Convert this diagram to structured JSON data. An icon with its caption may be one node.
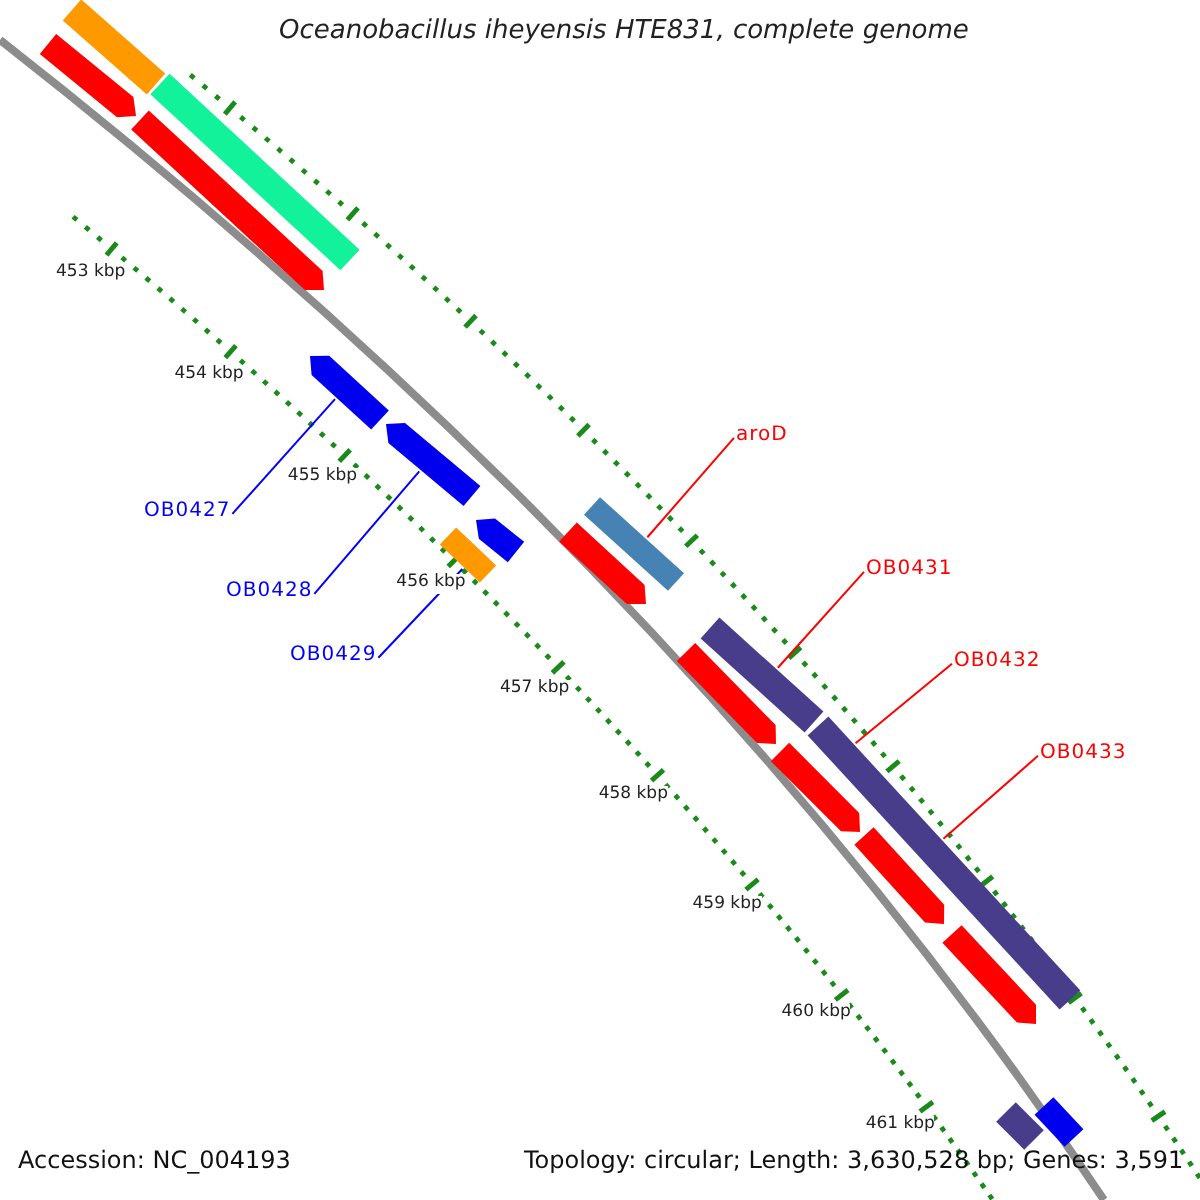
{
  "diagram": {
    "title": "Oceanobacillus iheyensis HTE831, complete genome",
    "nodes": [
      {
        "text": [
          "OB0427"
        ]
      },
      {
        "text": [],
        "shape": "bar"
      },
      {
        "text": [
          "OB0428"
        ]
      },
      {
        "text": [],
        "shape": "bar"
      },
      {
        "text": [
          "OB0429"
        ]
      },
      {
        "text": [],
        "shape": "bar"
      },
      {
        "text": [
          "aroD"
        ]
      },
      {
        "text": [],
        "shape": "bar"
      },
      {
        "text": [
          "OB0431"
        ]
      },
      {
        "text": [],
        "shape": "bar"
      },
      {
        "text": [
          "OB0432"
        ]
      },
      {
        "text": [],
        "shape": "bar"
      },
      {
        "text": [
          "OB0433"
        ]
      },
      {
        "text": [],
        "shape": "bar"
      },
      {
        "text": [],
        "shape": "bar"
      },
      {
        "text": [],
        "shape": "bar"
      },
      {
        "text": [],
        "shape": "bar"
      },
      {
        "text": [],
        "shape": "bar"
      },
      {
        "text": [],
        "shape": "bar"
      },
      {
        "text": [],
        "shape": "bar"
      },
      {
        "text": [],
        "shape": "bar"
      },
      {
        "text": [],
        "shape": "bar"
      },
      {
        "text": [],
        "shape": "bar"
      },
      {
        "text": [],
        "shape": "bar"
      },
      {
        "text": [],
        "shape": "bar"
      }
    ],
    "edges": [
      {
        "from": 0,
        "to": 1,
        "arrow": "none",
        "color": "#0000ff"
      },
      {
        "from": 2,
        "to": 3,
        "arrow": "none",
        "color": "#0000ff"
      },
      {
        "from": 4,
        "to": 5,
        "arrow": "none",
        "color": "#0000ff"
      },
      {
        "from": 6,
        "to": 7,
        "arrow": "none"
      },
      {
        "from": 8,
        "to": 9,
        "arrow": "none"
      },
      {
        "from": 10,
        "to": 11,
        "arrow": "none"
      },
      {
        "from": 12,
        "to": 11,
        "arrow": "none"
      }
    ],
    "labels": [
      "453 kbp",
      "454 kbp",
      "455 kbp",
      "456 kbp",
      "457 kbp",
      "458 kbp",
      "459 kbp",
      "460 kbp",
      "461 kbp",
      "Accession: NC_004193",
      "Topology: circular; Length: 3,630,528 bp; Genes: 3,591"
    ]
  }
}
